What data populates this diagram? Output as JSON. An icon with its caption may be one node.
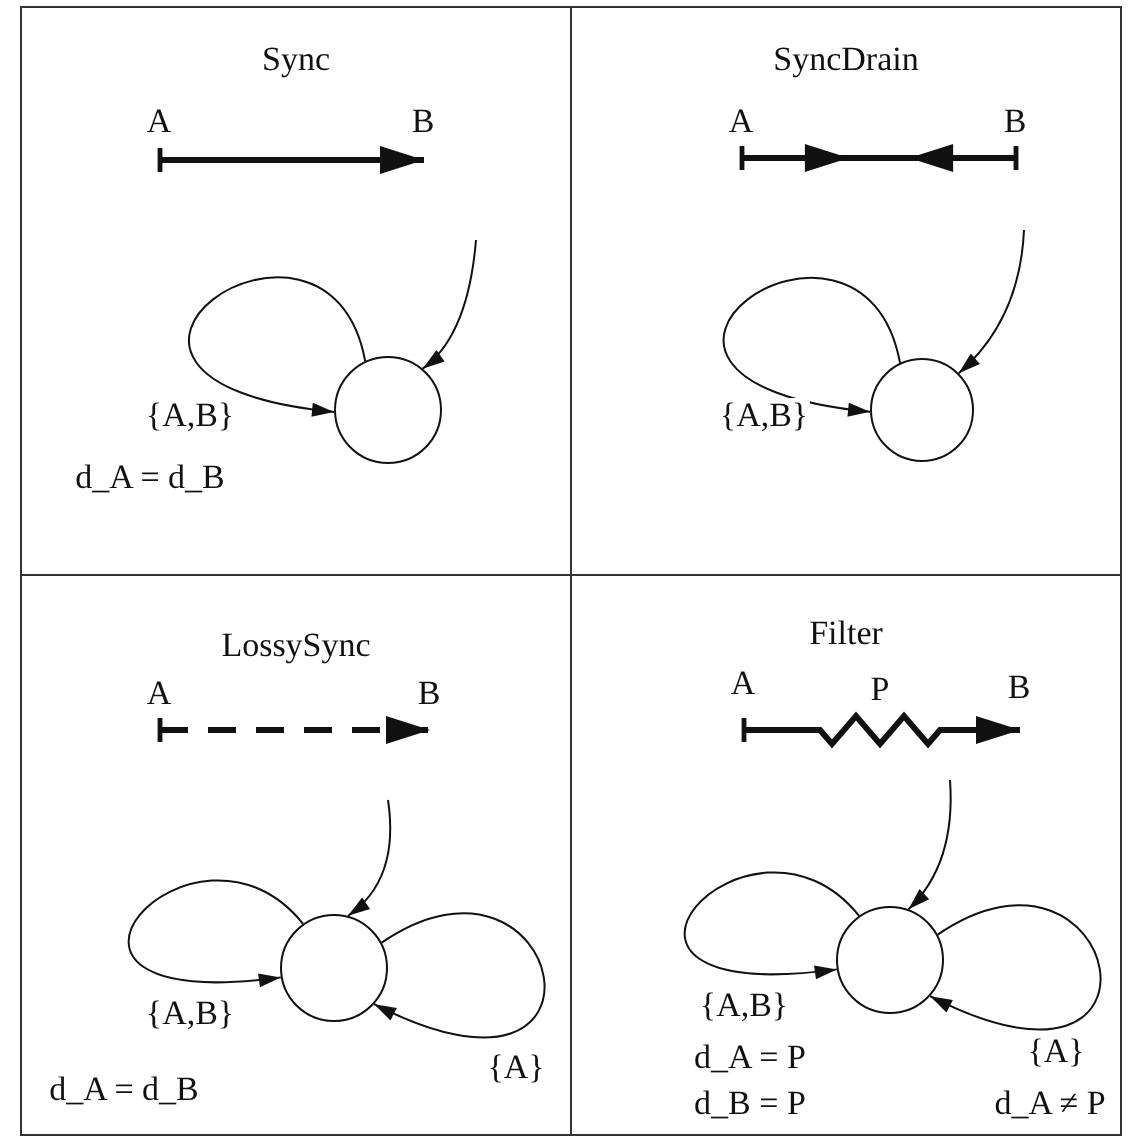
{
  "diagram": {
    "nodes": [
      {
        "text": [
          "Sync"
        ]
      },
      {
        "text": [
          "A"
        ],
        "in": 0
      },
      {
        "text": [
          "B"
        ],
        "in": 0
      },
      {
        "text": [],
        "shape": "circle",
        "in": 0
      },
      {
        "text": [
          "SyncDrain"
        ]
      },
      {
        "text": [
          "A"
        ],
        "in": 4
      },
      {
        "text": [
          "B"
        ],
        "in": 4
      },
      {
        "text": [],
        "shape": "circle",
        "in": 4
      },
      {
        "text": [
          "LossySync"
        ]
      },
      {
        "text": [
          "A"
        ],
        "in": 8
      },
      {
        "text": [
          "B"
        ],
        "in": 8
      },
      {
        "text": [],
        "shape": "circle",
        "in": 8
      },
      {
        "text": [
          "Filter"
        ]
      },
      {
        "text": [
          "A"
        ],
        "in": 12
      },
      {
        "text": [
          "B"
        ],
        "in": 12
      },
      {
        "text": [],
        "shape": "circle",
        "in": 12
      }
    ],
    "edges": [
      {
        "from": 1,
        "to": 2,
        "arrow": "to",
        "style": "thick"
      },
      {
        "from": 3,
        "to": 3,
        "arrow": "to",
        "label": "{A,B}"
      },
      {
        "from": null,
        "to": 3,
        "arrow": "to"
      },
      {
        "from": 5,
        "to": 6,
        "arrow": "other",
        "style": "thick"
      },
      {
        "from": 7,
        "to": 7,
        "arrow": "to",
        "label": "{A,B}"
      },
      {
        "from": null,
        "to": 7,
        "arrow": "to"
      },
      {
        "from": 9,
        "to": 10,
        "arrow": "to",
        "style": "dashed"
      },
      {
        "from": 11,
        "to": 11,
        "arrow": "to",
        "label": "{A,B}"
      },
      {
        "from": 11,
        "to": 11,
        "arrow": "to",
        "label": "{A}"
      },
      {
        "from": null,
        "to": 11,
        "arrow": "to"
      },
      {
        "from": 13,
        "to": 14,
        "arrow": "to",
        "label": "P",
        "style": "thick"
      },
      {
        "from": 15,
        "to": 15,
        "arrow": "to",
        "label": "{A,B}"
      },
      {
        "from": 15,
        "to": 15,
        "arrow": "to",
        "label": "{A}"
      },
      {
        "from": null,
        "to": 15,
        "arrow": "to"
      }
    ],
    "labels": [
      "d_A = d_B",
      "d_A = d_B",
      "d_A = P",
      "d_B = P",
      "d_A ≠ P"
    ]
  }
}
